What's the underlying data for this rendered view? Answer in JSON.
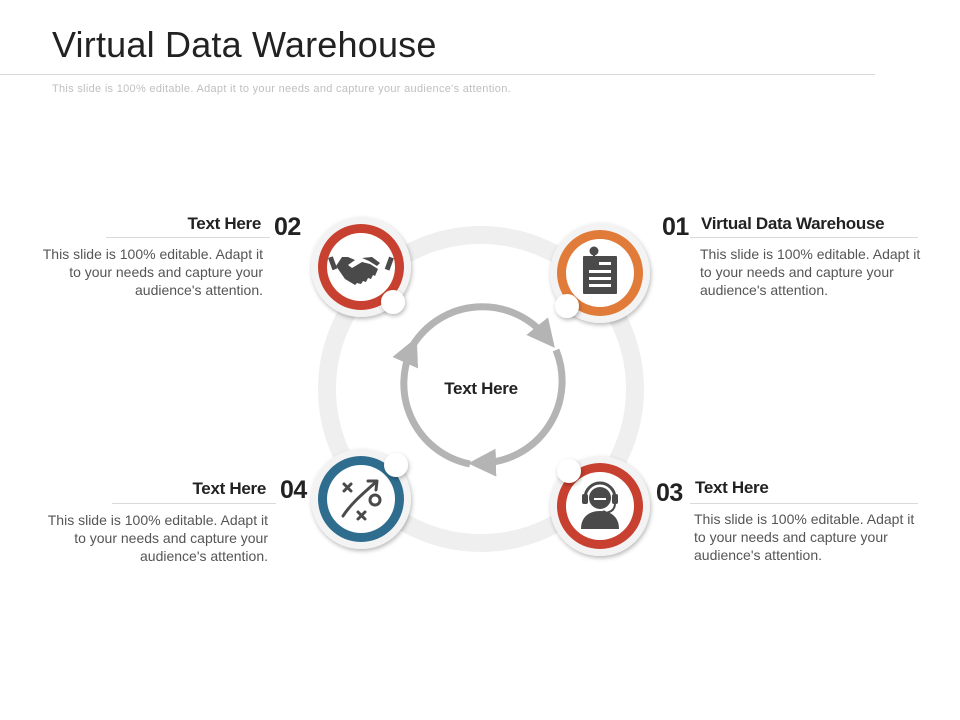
{
  "title": "Virtual Data Warehouse",
  "subtitle": "This slide is 100% editable. Adapt it to your needs and capture your audience's attention.",
  "center_label": "Text Here",
  "items": [
    {
      "number": "01",
      "title": "Virtual Data Warehouse",
      "description": "This slide is 100% editable. Adapt it to your needs and capture your audience's attention.",
      "color": "#e07b39",
      "icon": "document-pin-icon"
    },
    {
      "number": "02",
      "title": "Text Here",
      "description": "This slide is 100% editable. Adapt it to your needs and capture your audience's attention.",
      "color": "#c8402f",
      "icon": "handshake-icon"
    },
    {
      "number": "03",
      "title": "Text Here",
      "description": "This slide is 100% editable. Adapt it to your needs and capture your audience's attention.",
      "color": "#c8402f",
      "icon": "support-agent-icon"
    },
    {
      "number": "04",
      "title": "Text Here",
      "description": "This slide is 100% editable. Adapt it to your needs and capture your audience's attention.",
      "color": "#2e6d8e",
      "icon": "strategy-play-icon"
    }
  ]
}
